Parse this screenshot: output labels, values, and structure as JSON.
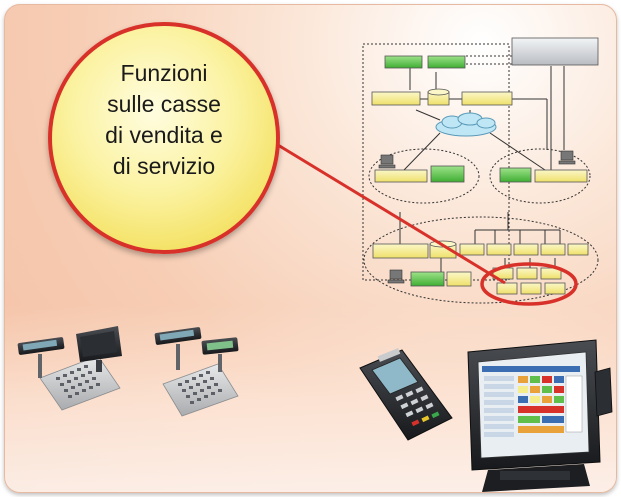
{
  "callout": {
    "lines": [
      "Funzioni",
      "sulle casse",
      "di vendita e",
      "di servizio"
    ]
  },
  "colors": {
    "accent_red": "#d8312a",
    "node_yellow": "#f5ec8a",
    "node_green": "#5fbf4a",
    "node_gray": "#d9dcdf",
    "callout_fill": "#f7eb7a"
  }
}
